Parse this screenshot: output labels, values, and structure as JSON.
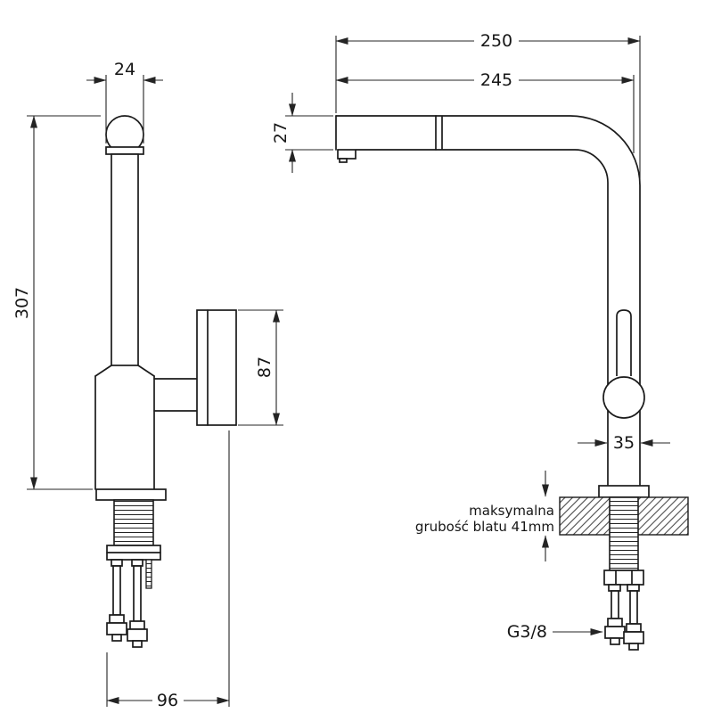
{
  "drawing": {
    "title": "faucet-technical-drawing",
    "labels": {
      "dim_cap_width": "24",
      "dim_total_height": "307",
      "dim_handle_length": "87",
      "dim_base_depth": "96",
      "dim_reach_outer": "250",
      "dim_reach_inner": "245",
      "dim_spout_height": "27",
      "dim_pipe_width": "35",
      "note_line1": "maksymalna",
      "note_line2": "grubość blatu 41mm",
      "thread_label": "G3/8"
    }
  }
}
